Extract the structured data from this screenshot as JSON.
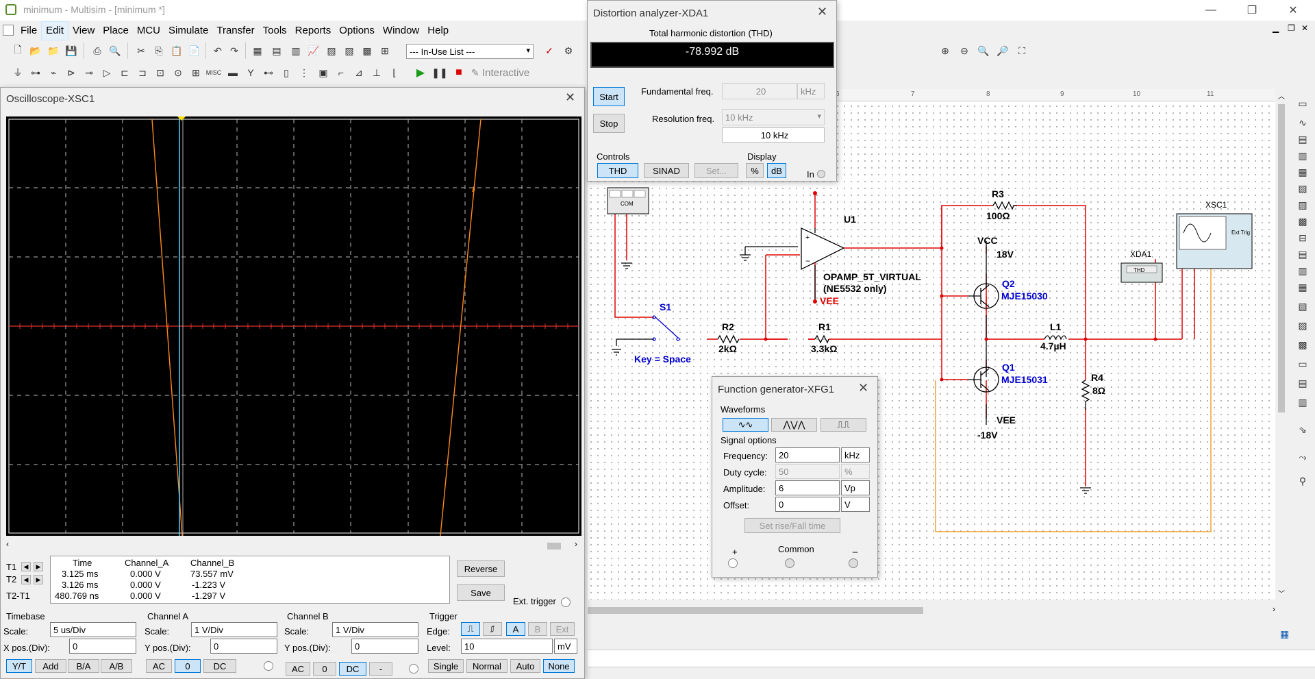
{
  "app": {
    "title": "minimum - Multisim - [minimum *]",
    "logo": "multisim-logo-icon"
  },
  "window_controls": {
    "minimize": "—",
    "restore": "❐",
    "close": "✕"
  },
  "menu": [
    "File",
    "Edit",
    "View",
    "Place",
    "MCU",
    "Simulate",
    "Transfer",
    "Tools",
    "Reports",
    "Options",
    "Window",
    "Help"
  ],
  "toolbar": {
    "in_use_list": "--- In-Use List ---",
    "interactive": "Interactive"
  },
  "oscilloscope": {
    "title": "Oscilloscope-XSC1",
    "cursor_table": {
      "headers": [
        "Time",
        "Channel_A",
        "Channel_B"
      ],
      "rows": [
        {
          "label": "T1",
          "time": "3.125 ms",
          "a": "0.000 V",
          "b": "73.557 mV"
        },
        {
          "label": "T2",
          "time": "3.126 ms",
          "a": "0.000 V",
          "b": "-1.223 V"
        },
        {
          "label": "T2-T1",
          "time": "480.769 ns",
          "a": "0.000 V",
          "b": "-1.297 V"
        }
      ]
    },
    "reverse": "Reverse",
    "save": "Save",
    "ext_trigger": "Ext. trigger",
    "timebase": {
      "title": "Timebase",
      "scale_label": "Scale:",
      "scale": "5 us/Div",
      "xpos_label": "X pos.(Div):",
      "xpos": "0",
      "btns": [
        "Y/T",
        "Add",
        "B/A",
        "A/B"
      ]
    },
    "channel_a": {
      "title": "Channel A",
      "scale_label": "Scale:",
      "scale": "1  V/Div",
      "ypos_label": "Y pos.(Div):",
      "ypos": "0",
      "btns": [
        "AC",
        "0",
        "DC"
      ]
    },
    "channel_b": {
      "title": "Channel B",
      "scale_label": "Scale:",
      "scale": "1  V/Div",
      "ypos_label": "Y pos.(Div):",
      "ypos": "0",
      "btns": [
        "AC",
        "0",
        "DC",
        "-"
      ]
    },
    "trigger": {
      "title": "Trigger",
      "edge_label": "Edge:",
      "level_label": "Level:",
      "level": "10",
      "unit": "mV",
      "srcs": [
        "A",
        "B",
        "Ext"
      ],
      "modes": [
        "Single",
        "Normal",
        "Auto",
        "None"
      ]
    }
  },
  "thd": {
    "title": "Distortion analyzer-XDA1",
    "heading": "Total harmonic distortion (THD)",
    "value": "-78.992 dB",
    "start": "Start",
    "stop": "Stop",
    "fund_label": "Fundamental freq.",
    "fund": "20",
    "fund_unit": "kHz",
    "res_label": "Resolution freq.",
    "res_select": "10 kHz",
    "res_value": "10 kHz",
    "controls": "Controls",
    "display": "Display",
    "ctrl_btns": [
      "THD",
      "SINAD",
      "Set..."
    ],
    "disp_btns": [
      "%",
      "dB"
    ],
    "in": "In"
  },
  "fgen": {
    "title": "Function generator-XFG1",
    "waveforms": "Waveforms",
    "signal_options": "Signal options",
    "rows": [
      {
        "label": "Frequency:",
        "value": "20",
        "unit": "kHz"
      },
      {
        "label": "Duty cycle:",
        "value": "50",
        "unit": "%"
      },
      {
        "label": "Amplitude:",
        "value": "6",
        "unit": "Vp"
      },
      {
        "label": "Offset:",
        "value": "0",
        "unit": "V"
      }
    ],
    "rise_fall": "Set rise/Fall time",
    "plus": "+",
    "common": "Common",
    "minus": "_"
  },
  "schematic": {
    "u1": "U1",
    "opamp": "OPAMP_5T_VIRTUAL",
    "opamp2": "(NE5532 only)",
    "vee_red": "VEE",
    "r3": "R3",
    "r3v": "100Ω",
    "vcc": "VCC",
    "v18": "18V",
    "q2": "Q2",
    "q2p": "MJE15030",
    "s1": "S1",
    "key": "Key = Space",
    "r2": "R2",
    "r2v": "2kΩ",
    "r1": "R1",
    "r1v": "3.3kΩ",
    "l1": "L1",
    "l1v": "4.7µH",
    "q1": "Q1",
    "q1p": "MJE15031",
    "vee": "VEE",
    "vm18": "-18V",
    "r4": "R4",
    "r4v": "8Ω",
    "xsc1": "XSC1",
    "ext_trig": "Ext Trig",
    "xda1": "XDA1",
    "thd_box": "THD",
    "com": "COM",
    "ruler": [
      "6",
      "7",
      "8",
      "9",
      "10",
      "11"
    ]
  }
}
